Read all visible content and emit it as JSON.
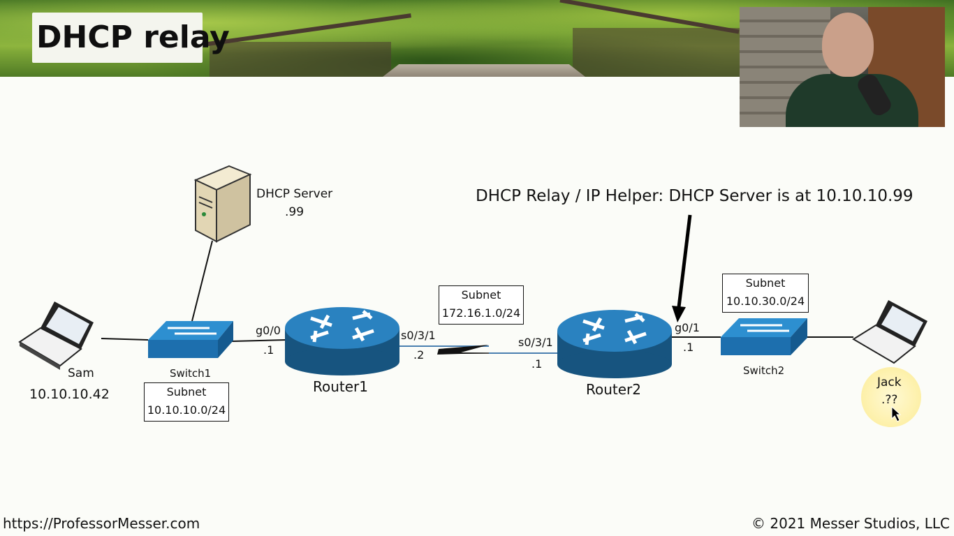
{
  "title": "DHCP relay",
  "annotation": "DHCP Relay / IP Helper: DHCP Server is at 10.10.10.99",
  "server": {
    "name": "DHCP Server",
    "addr": ".99"
  },
  "sam": {
    "name": "Sam",
    "ip": "10.10.10.42"
  },
  "jack": {
    "name": "Jack",
    "ip": ".??"
  },
  "switch1": {
    "name": "Switch1",
    "subnet_label": "Subnet",
    "subnet": "10.10.10.0/24"
  },
  "switch2": {
    "name": "Switch2",
    "subnet_label": "Subnet",
    "subnet": "10.10.30.0/24"
  },
  "router1": {
    "name": "Router1",
    "g_iface": "g0/0",
    "g_addr": ".1",
    "s_iface": "s0/3/1",
    "s_addr": ".2"
  },
  "router2": {
    "name": "Router2",
    "g_iface": "g0/1",
    "g_addr": ".1",
    "s_iface": "s0/3/1",
    "s_addr": ".1"
  },
  "wan": {
    "subnet_label": "Subnet",
    "subnet": "172.16.1.0/24"
  },
  "footer": {
    "left": "https://ProfessorMesser.com",
    "right": "© 2021 Messer Studios, LLC"
  },
  "colors": {
    "device_blue": "#1e6fa8",
    "device_dark": "#17547f"
  }
}
